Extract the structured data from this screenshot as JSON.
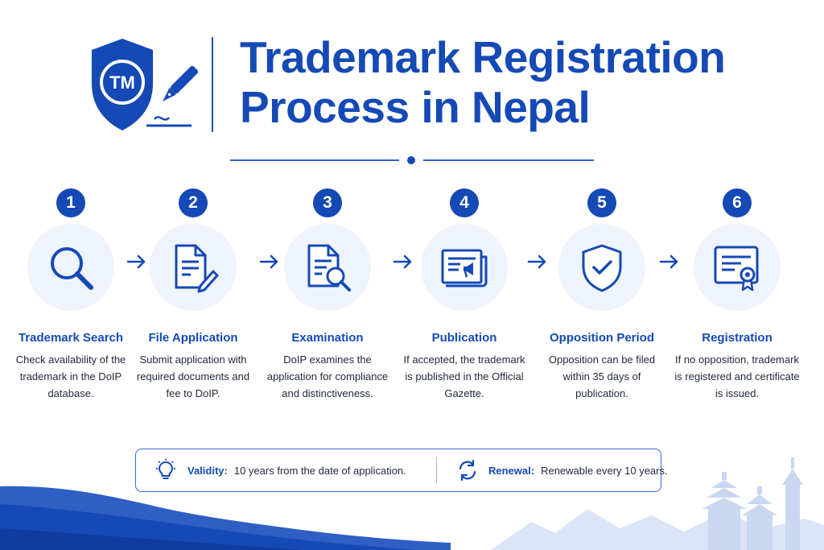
{
  "header": {
    "logo_text": "TM",
    "title_line1": "Trademark Registration",
    "title_line2": "Process in Nepal"
  },
  "steps": [
    {
      "number": "1",
      "title": "Trademark Search",
      "description": "Check availability of the trademark in the DoIP database.",
      "icon": "magnifier-icon"
    },
    {
      "number": "2",
      "title": "File Application",
      "description": "Submit application with required documents and fee to DoIP.",
      "icon": "document-pen-icon"
    },
    {
      "number": "3",
      "title": "Examination",
      "description": "DoIP examines the application for compliance and distinctiveness.",
      "icon": "document-search-icon"
    },
    {
      "number": "4",
      "title": "Publication",
      "description": "If accepted, the trademark is published in the Official Gazette.",
      "icon": "gazette-megaphone-icon"
    },
    {
      "number": "5",
      "title": "Opposition Period",
      "description": "Opposition can be filed within 35 days of publication.",
      "icon": "shield-check-icon"
    },
    {
      "number": "6",
      "title": "Registration",
      "description": "If no opposition, trademark is registered and certificate is issued.",
      "icon": "certificate-icon"
    }
  ],
  "info": {
    "validity_label": "Validity:",
    "validity_text": "10 years from the date of application.",
    "renewal_label": "Renewal:",
    "renewal_text": "Renewable every 10 years."
  },
  "colors": {
    "primary": "#1549b6",
    "circle_bg": "#eef3fc",
    "text": "#222a3a"
  }
}
